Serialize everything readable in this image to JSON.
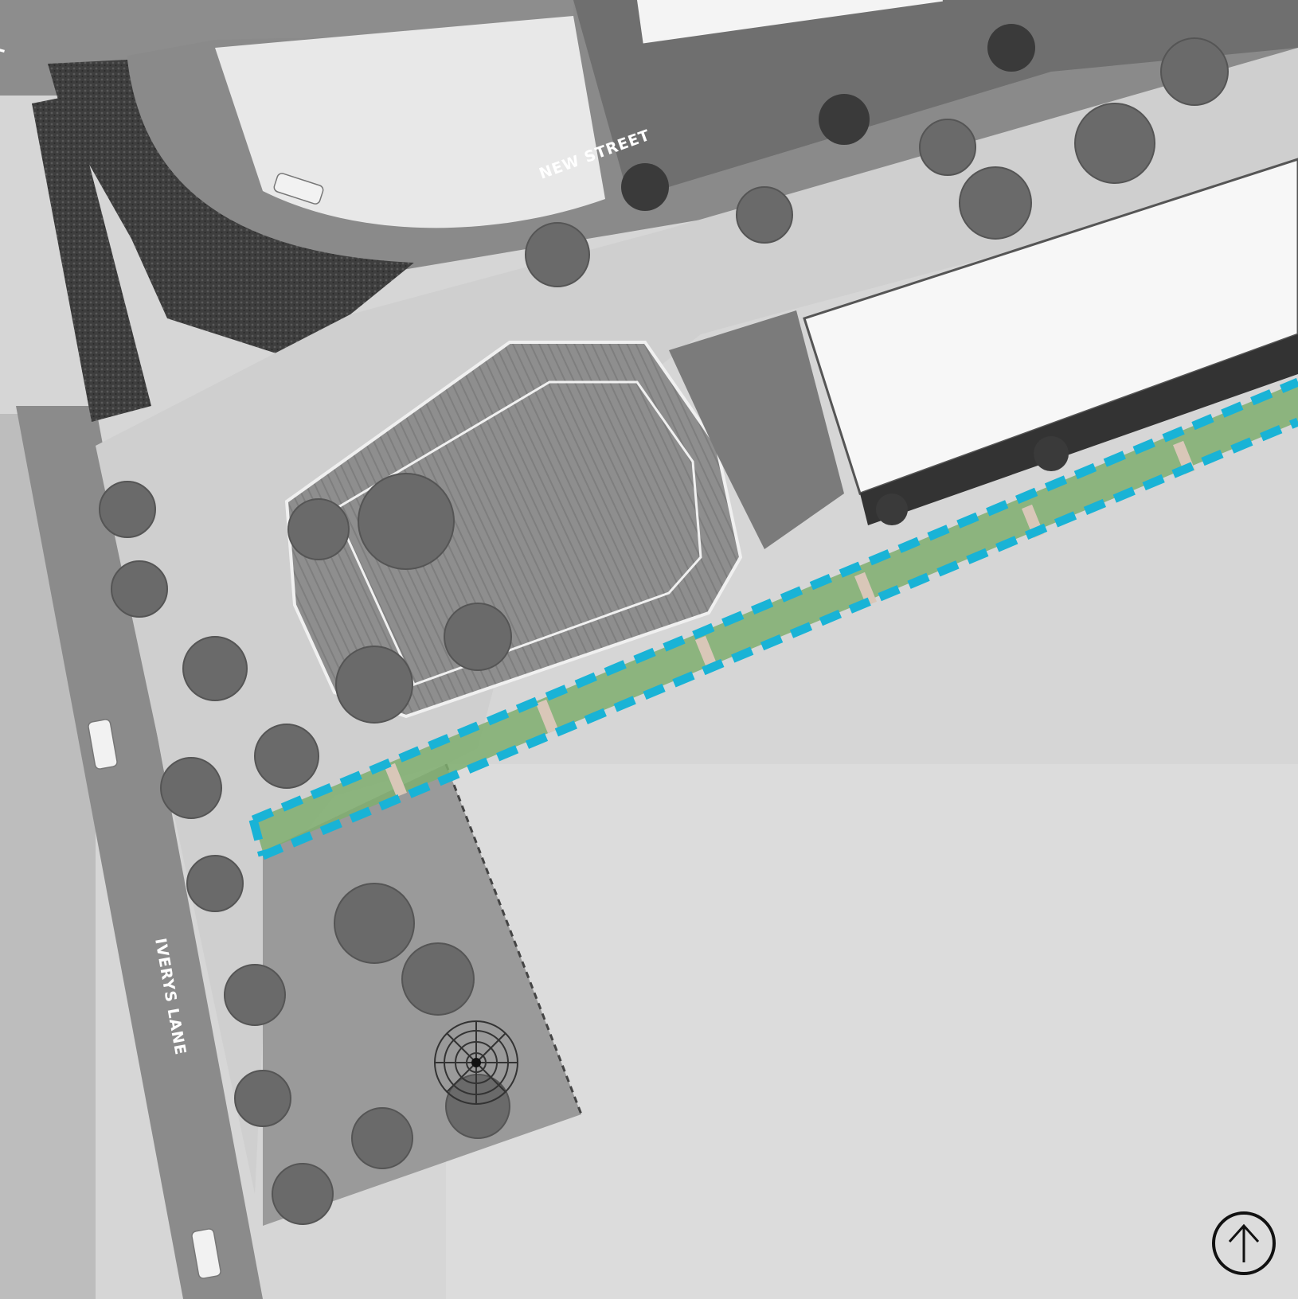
{
  "map": {
    "street_labels": {
      "new_street": "NEW STREET",
      "iverys_lane": "IVERYS LANE",
      "corner_fragment": "T"
    },
    "north_arrow": {
      "icon": "north-arrow-icon"
    },
    "colors": {
      "highlight_outline": "#19b3d6",
      "highlight_fill": "#7fae6f",
      "road": "#8d8d8d",
      "background": "#d9d9d9",
      "building_roof": "#f7f7f7",
      "vegetation": "#4c4c4c"
    }
  }
}
